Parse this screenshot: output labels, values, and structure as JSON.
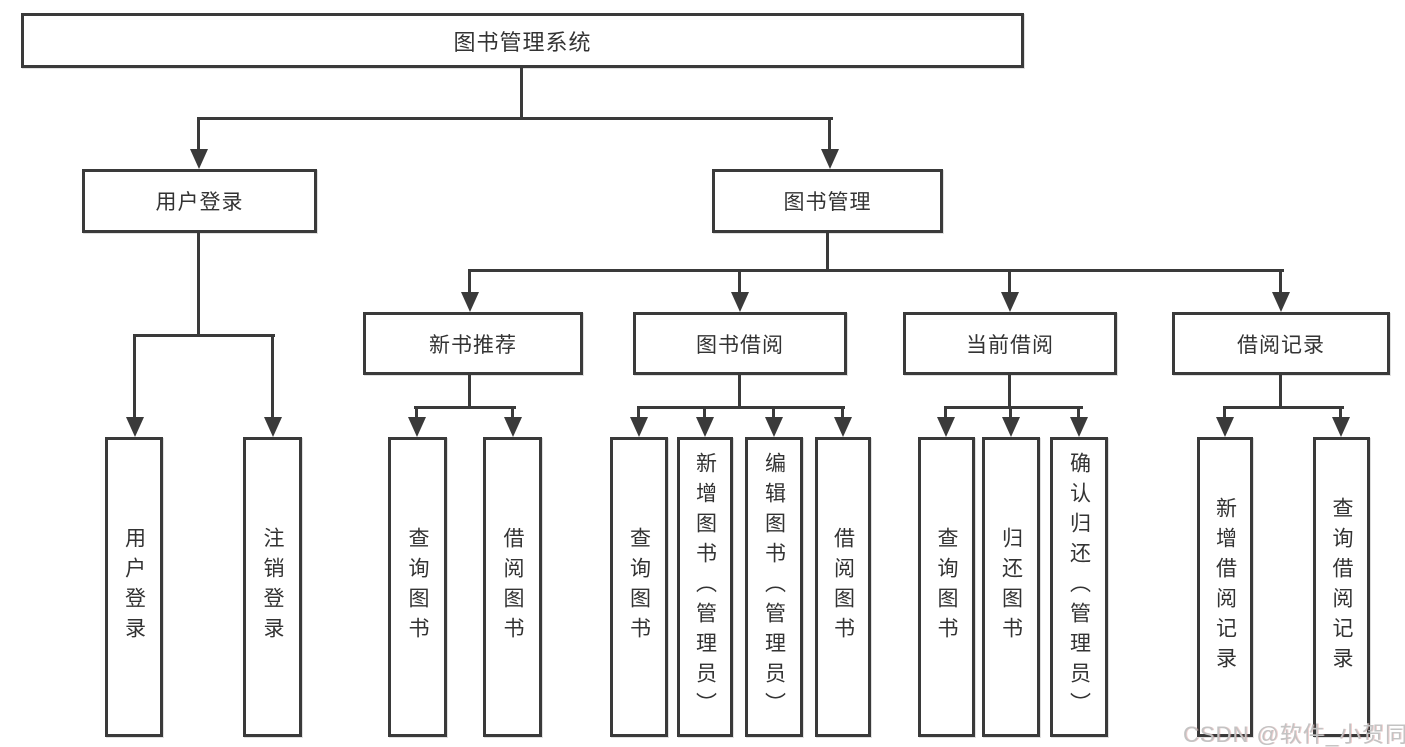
{
  "diagram_title": "图书管理系统",
  "colors": {
    "line": "#3a3a3a",
    "text": "#333333",
    "background": "#ffffff",
    "watermark": "#c3c3c3"
  },
  "watermark": {
    "text": "CSDN @软件_小贺同学"
  },
  "tree": {
    "label": "图书管理系统",
    "children": [
      {
        "label": "用户登录",
        "children": [
          {
            "label": "用户登录"
          },
          {
            "label": "注销登录"
          }
        ]
      },
      {
        "label": "图书管理",
        "children": [
          {
            "label": "新书推荐",
            "children": [
              {
                "label": "查询图书"
              },
              {
                "label": "借阅图书"
              }
            ]
          },
          {
            "label": "图书借阅",
            "children": [
              {
                "label": "查询图书"
              },
              {
                "label": "新增图书（管理员）"
              },
              {
                "label": "编辑图书（管理员）"
              },
              {
                "label": "借阅图书"
              }
            ]
          },
          {
            "label": "当前借阅",
            "children": [
              {
                "label": "查询图书"
              },
              {
                "label": "归还图书"
              },
              {
                "label": "确认归还（管理员）"
              }
            ]
          },
          {
            "label": "借阅记录",
            "children": [
              {
                "label": "新增借阅记录"
              },
              {
                "label": "查询借阅记录"
              }
            ]
          }
        ]
      }
    ]
  }
}
